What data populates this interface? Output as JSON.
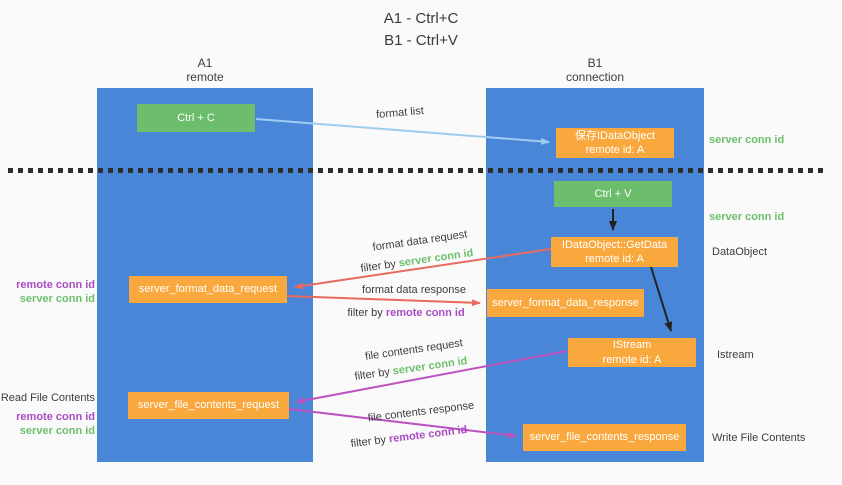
{
  "title": {
    "line1": "A1 - Ctrl+C",
    "line2": "B1 - Ctrl+V"
  },
  "columns": {
    "left": {
      "name": "A1",
      "role": "remote"
    },
    "right": {
      "name": "B1",
      "role": "connection"
    }
  },
  "nodes": {
    "ctrl_c": {
      "label": "Ctrl + C"
    },
    "save_idataobject": {
      "line1": "保存IDataObject",
      "line2": "remote id: A"
    },
    "ctrl_v": {
      "label": "Ctrl + V"
    },
    "getdata": {
      "line1": "IDataObject::GetData",
      "line2": "remote id: A"
    },
    "format_request": {
      "label": "server_format_data_request"
    },
    "format_response": {
      "label": "server_format_data_response"
    },
    "istream": {
      "line1": "IStream",
      "line2": "remote id: A"
    },
    "file_request": {
      "label": "server_file_contents_request"
    },
    "file_response": {
      "label": "server_file_contents_response"
    }
  },
  "labels": {
    "format_list": "format list",
    "format_data_request": "format data request",
    "format_data_response": "format data response",
    "file_contents_request": "file contents request",
    "file_contents_response": "file contents response",
    "filter_by": "filter by ",
    "server_conn_id": "server conn id",
    "remote_conn_id": "remote conn id",
    "dataobject": "DataObject",
    "istream": "Istream",
    "read_file_contents": "Read File Contents",
    "write_file_contents": "Write File Contents"
  },
  "colors": {
    "background": "#fafafa",
    "column_blue": "#4a86d8",
    "node_green": "#6cbe6c",
    "node_orange": "#f8a83d",
    "arrow_light_blue": "#9fcdf0",
    "arrow_red": "#e96a5f",
    "arrow_magenta": "#bb54c0",
    "arrow_black": "#222222",
    "text_green": "#6dbf6b",
    "text_purple": "#a94cc3",
    "text_dark": "#3d3d3d"
  }
}
